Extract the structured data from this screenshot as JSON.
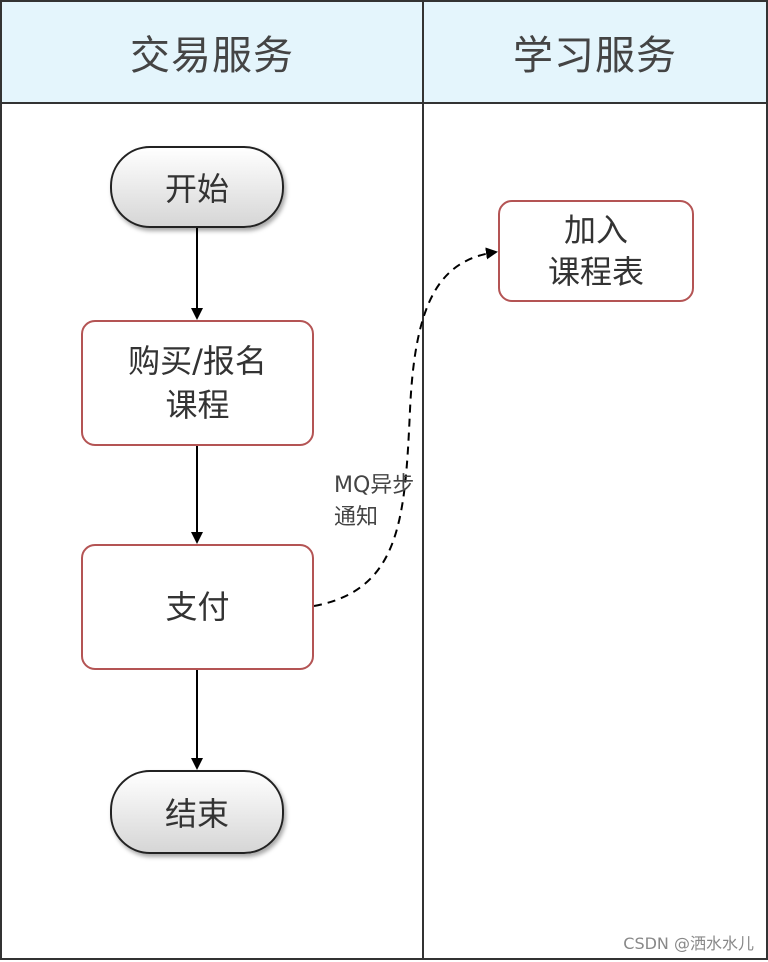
{
  "lanes": [
    {
      "title": "交易服务"
    },
    {
      "title": "学习服务"
    }
  ],
  "nodes": {
    "start": {
      "label": "开始"
    },
    "purchase": {
      "line1": "购买/报名",
      "line2": "课程"
    },
    "pay": {
      "label": "支付"
    },
    "end": {
      "label": "结束"
    },
    "add_course": {
      "line1": "加入",
      "line2": "课程表"
    }
  },
  "edges": {
    "async_label_line1": "MQ异步",
    "async_label_line2": "通知"
  },
  "watermark": "CSDN @洒水水儿"
}
